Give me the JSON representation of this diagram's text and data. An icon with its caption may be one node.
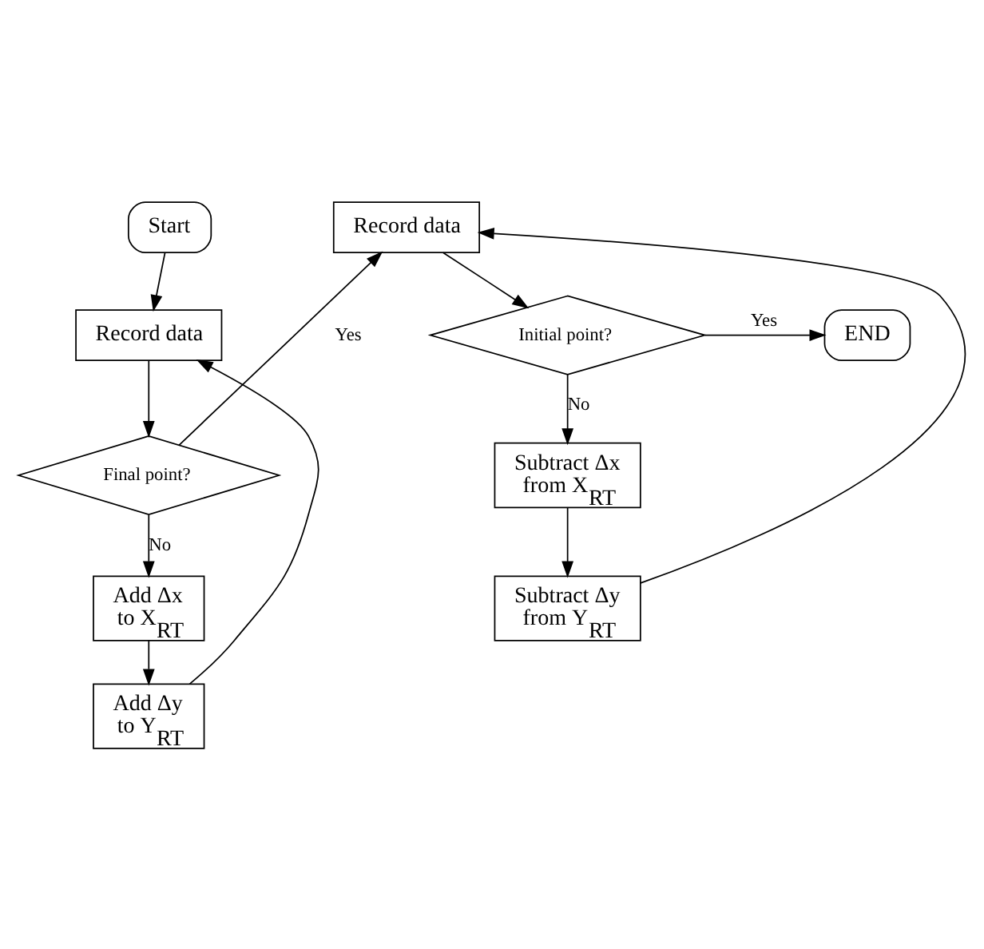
{
  "diagram": {
    "nodes": [
      {
        "text": [
          "Start"
        ]
      },
      {
        "text": [
          "Record data"
        ]
      },
      {
        "text": [
          "Final point?"
        ]
      },
      {
        "text": [
          "Add Δx to X$_{RT}$"
        ]
      },
      {
        "text": [
          "Add Δy to Y$_{RT}$"
        ]
      },
      {
        "text": [
          "Record data"
        ]
      },
      {
        "text": [
          "Initial point?"
        ]
      },
      {
        "text": [
          "END"
        ]
      },
      {
        "text": [
          "Subtract Δx from X$_{RT}$"
        ]
      },
      {
        "text": [
          "Subtract Δy from Y$_{RT}$"
        ]
      }
    ],
    "edges": [
      {
        "from": 0,
        "to": 1,
        "arrow": "to"
      },
      {
        "from": 1,
        "to": 2,
        "arrow": "to"
      },
      {
        "from": 2,
        "to": 3,
        "arrow": "to",
        "label": "No"
      },
      {
        "from": 3,
        "to": 4,
        "arrow": "to"
      },
      {
        "from": 4,
        "to": 1,
        "arrow": "to"
      },
      {
        "from": 2,
        "to": 5,
        "arrow": "to",
        "label": "Yes"
      },
      {
        "from": 5,
        "to": 6,
        "arrow": "to"
      },
      {
        "from": 6,
        "to": 7,
        "arrow": "to",
        "label": "Yes"
      },
      {
        "from": 6,
        "to": 8,
        "arrow": "to",
        "label": "No"
      },
      {
        "from": 8,
        "to": 9,
        "arrow": "to"
      },
      {
        "from": 9,
        "to": 5,
        "arrow": "to"
      }
    ]
  }
}
